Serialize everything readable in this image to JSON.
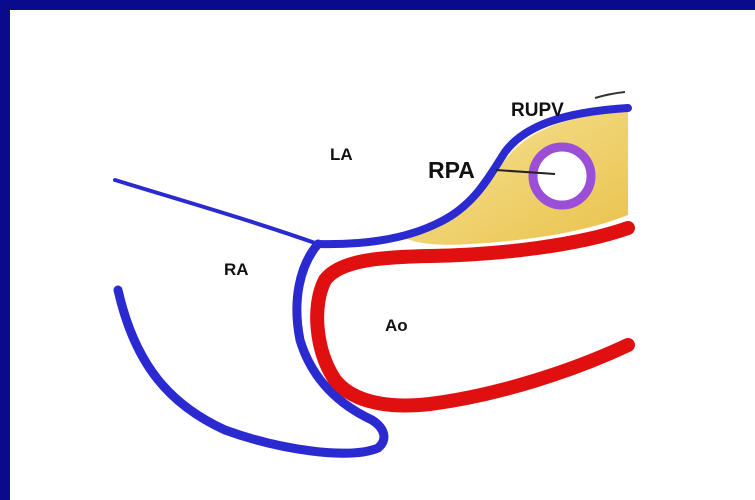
{
  "diagram": {
    "labels": {
      "rupv": "RUPV",
      "la": "LA",
      "rpa": "RPA",
      "ra": "RA",
      "ao": "Ao"
    },
    "colors": {
      "frame": "#0a0a8c",
      "background": "#ffffff",
      "atrial_wall": "#2a2ad0",
      "aorta_wall": "#e01010",
      "fat_fill": "#f2d66a",
      "rpa_ring": "#9b4fd6",
      "pointer_line": "#222222"
    }
  }
}
